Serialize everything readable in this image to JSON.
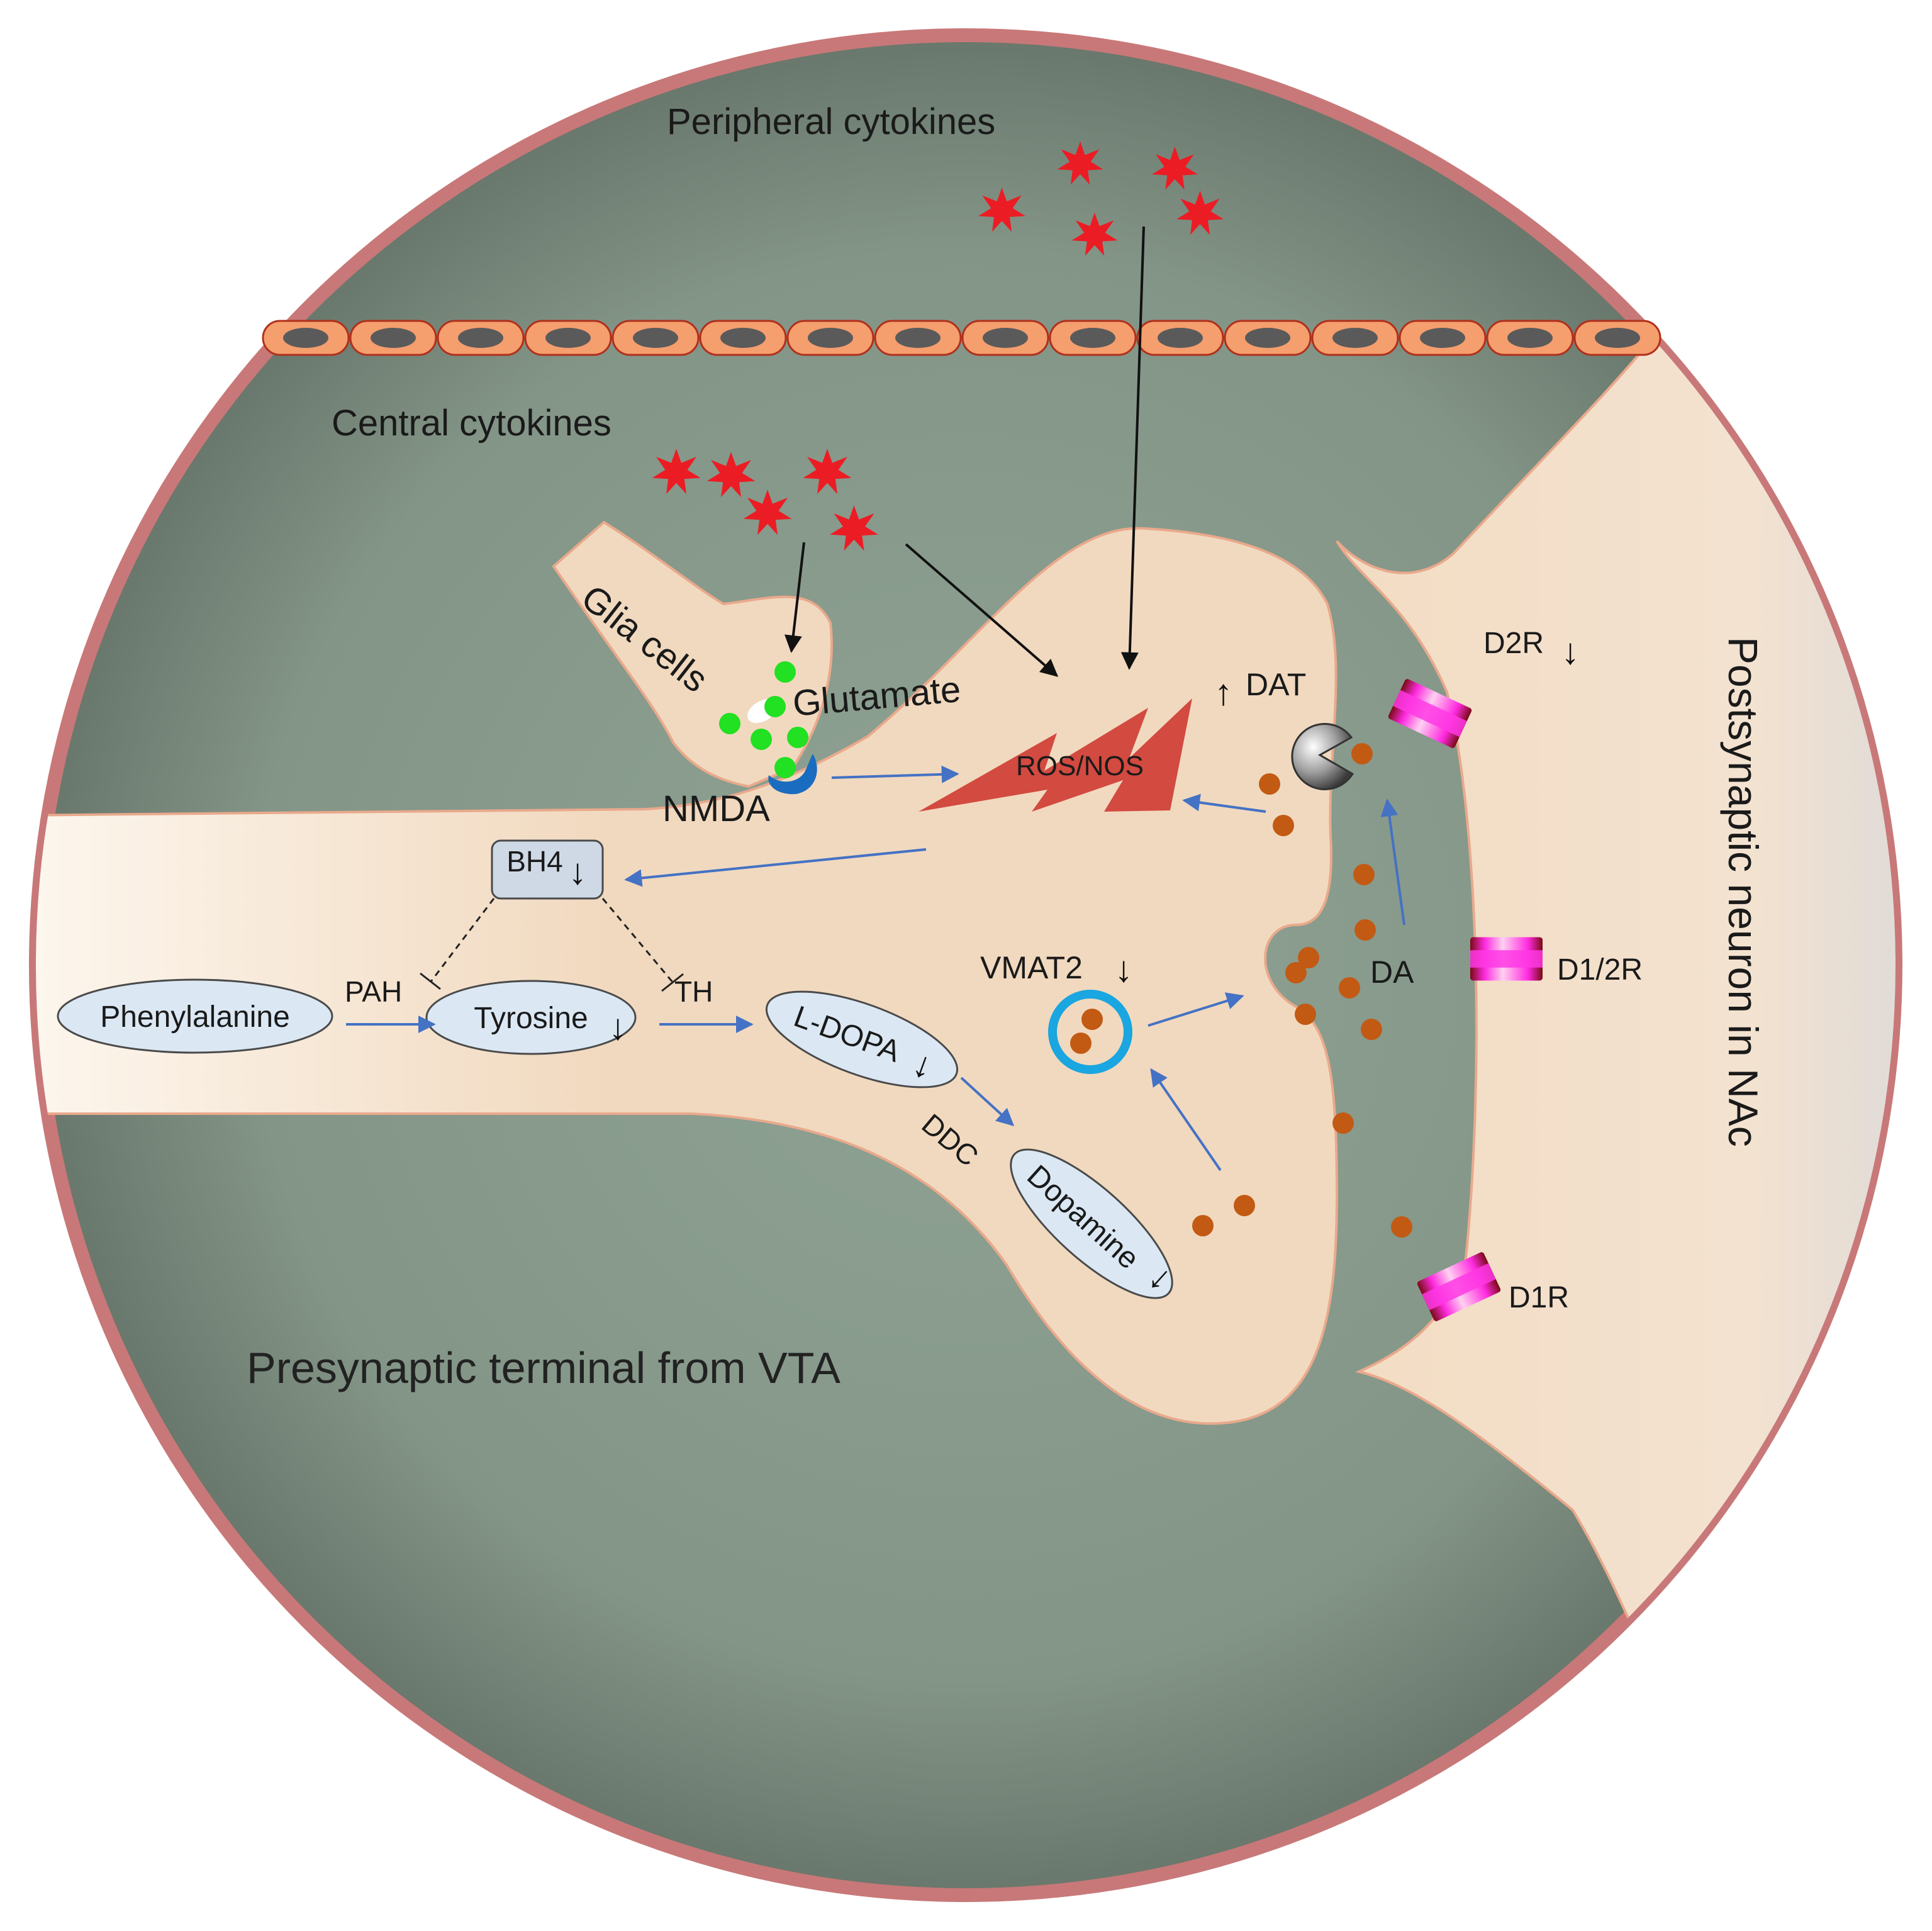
{
  "labels": {
    "peripheral_cytokines": "Peripheral cytokines",
    "central_cytokines": "Central cytokines",
    "glia_cells": "Glia cells",
    "glutamate": "Glutamate",
    "nmda": "NMDA",
    "ros_nos": "ROS/NOS",
    "dat": "DAT",
    "bh4": "BH4",
    "phenylalanine": "Phenylalanine",
    "pah": "PAH",
    "tyrosine": "Tyrosine",
    "th": "TH",
    "l_dopa": "L-DOPA",
    "ddc": "DDC",
    "dopamine": "Dopamine",
    "vmat2": "VMAT2",
    "da": "DA",
    "d2r": "D2R",
    "d1_2r": "D1/2R",
    "d1r": "D1R",
    "postsynaptic": "Postsynaptic neuron in NAc",
    "presynaptic": "Presynaptic terminal from VTA"
  },
  "arrow_symbols": {
    "down": "↓",
    "up": "↑"
  },
  "colors": {
    "outer_ring": "#c87878",
    "background": "#86998b",
    "cell_body": "#f1d9bf",
    "endothelial_cell": "#f59e6e",
    "cytokine": "#ec1c24",
    "glutamate": "#22e022",
    "ros": "#d24a40",
    "dopamine_particle": "#c25a14",
    "molecule_oval": "#dbe8f4",
    "vesicle_ring": "#1aa6e0",
    "receptor": "#ff2ae0",
    "pathway_arrow": "#4472c4"
  },
  "icons": [
    "cytokine-star-icon",
    "endothelial-cell-icon",
    "nmda-receptor-icon",
    "dat-transporter-icon",
    "dopamine-receptor-icon",
    "synaptic-vesicle-icon"
  ]
}
